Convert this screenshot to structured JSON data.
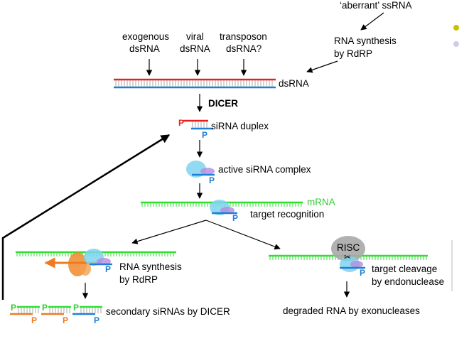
{
  "colors": {
    "green": "#33dd33",
    "red": "#e8201c",
    "blue": "#1f7fd6",
    "orange": "#ee7a22",
    "cyan_blob": "#7fd3f0",
    "purple": "#b48be0",
    "grey_risc": "#a9a9a9",
    "dot_yellow": "#c8c000",
    "dot_lavender": "#cfcbe8"
  },
  "sources": {
    "aberrant": "‘aberrant’ ssRNA",
    "rdrp_line1": "RNA synthesis",
    "rdrp_line2": "by RdRP",
    "exogenous_line1": "exogenous",
    "exogenous_line2": "dsRNA",
    "viral_line1": "viral",
    "viral_line2": "dsRNA",
    "transposon_line1": "transposon",
    "transposon_line2": "dsRNA?"
  },
  "labels": {
    "dsrna": "dsRNA",
    "dicer": "DICER",
    "sirna_duplex": "siRNA duplex",
    "active_complex": "active siRNA complex",
    "mrna": "mRNA",
    "target_recognition": "target recognition",
    "rna_synthesis_line1": "RNA synthesis",
    "rna_synthesis_line2": "by RdRP",
    "risc": "RISC",
    "target_cleavage_line1": "target cleavage",
    "target_cleavage_line2": "by endonuclease",
    "secondary_sirnas": "secondary siRNAs by DICER",
    "degraded_rna": "degraded RNA by exonucleases",
    "p": "P"
  }
}
